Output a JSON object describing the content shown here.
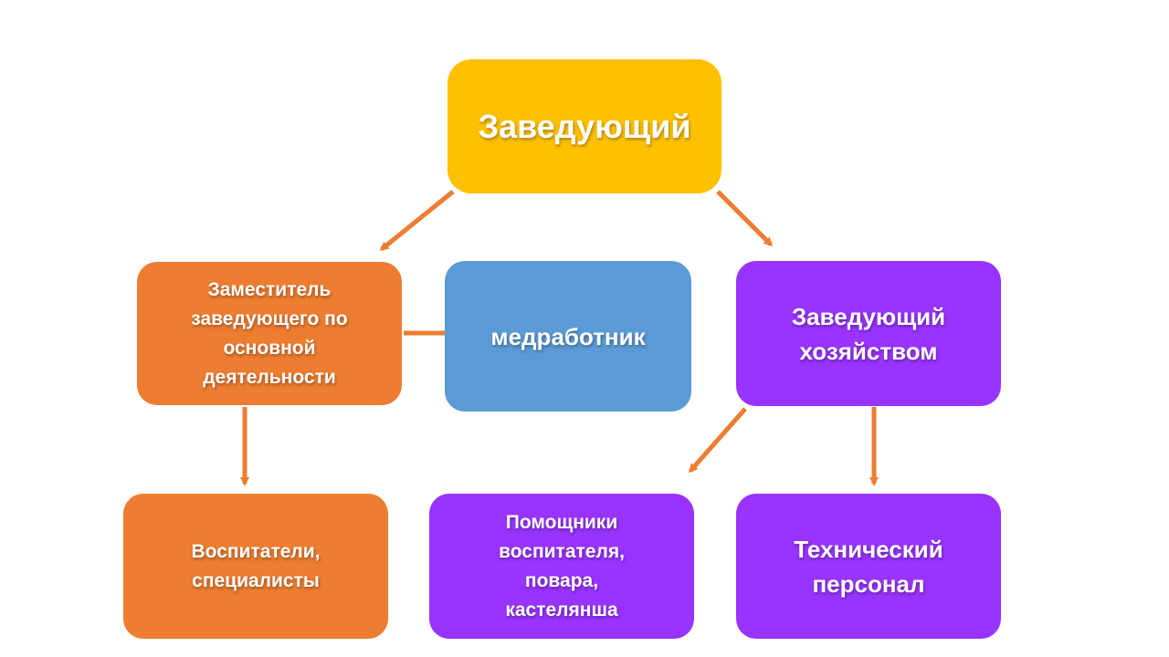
{
  "colors": {
    "head": "#FFC000",
    "orange": "#ED7D31",
    "blue": "#5B9BD5",
    "purple": "#9933FF",
    "connector": "#ED7D31"
  },
  "nodes": {
    "head": {
      "label": "Заведующий"
    },
    "deputy": {
      "label": "Заместитель\nзаведующего по\nосновной\nдеятельности"
    },
    "medic": {
      "label": "медработник"
    },
    "steward": {
      "label": "Заведующий\nхозяйством"
    },
    "teachers": {
      "label": "Воспитатели,\nспециалисты"
    },
    "assistants": {
      "label": "Помощники\nвоспитателя,\nповара,\nкастелянша"
    },
    "tech": {
      "label": "Технический\nперсонал"
    }
  },
  "edges": [
    {
      "from": "head",
      "to": "deputy",
      "arrow": true
    },
    {
      "from": "head",
      "to": "steward",
      "arrow": true
    },
    {
      "from": "deputy",
      "to": "medic",
      "arrow": false
    },
    {
      "from": "deputy",
      "to": "teachers",
      "arrow": true
    },
    {
      "from": "steward",
      "to": "assistants",
      "arrow": true
    },
    {
      "from": "steward",
      "to": "tech",
      "arrow": true
    }
  ]
}
